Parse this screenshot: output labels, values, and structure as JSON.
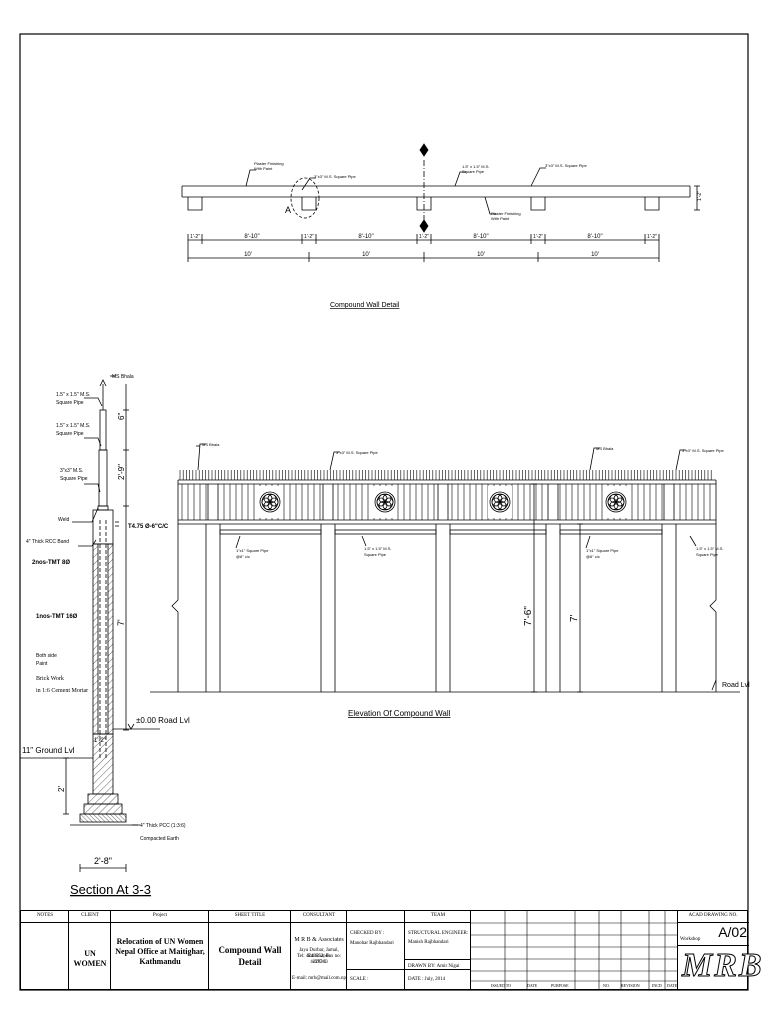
{
  "plan": {
    "title": "Compound Wall Detail",
    "callouts": {
      "plaster_top": [
        "Plaster Finishing",
        "With Paint"
      ],
      "pipe_3x3_a": "3\"x3\" M.S. Square Pipe",
      "pipe_15": [
        "1.5\" x 1.5\" M.S.",
        "Square Pipe"
      ],
      "pipe_3x3_b": "3\"x3\" M.S. Square Pipe",
      "plaster_bottom": [
        "Plaster Finishing",
        "With Paint"
      ],
      "section_mark": "A",
      "height": "1'-2\""
    },
    "dims_inner": [
      "1'-2\"",
      "8'-10\"",
      "1'-2\"",
      "8'-10\"",
      "1'-2\"",
      "8'-10\"",
      "1'-2\"",
      "8'-10\"",
      "1'-2\""
    ],
    "dims_outer": [
      "10'",
      "10'",
      "10'",
      "10'"
    ]
  },
  "section": {
    "title": "Section At 3-3",
    "labels": {
      "ms_bhala": "MS Bhala",
      "pipe_15_a": [
        "1.5\" x 1.5\" M.S.",
        "Square Pipe"
      ],
      "pipe_15_b": [
        "1.5\" x 1.5\" M.S.",
        "Square Pipe"
      ],
      "pipe_3x3": [
        "3\"x3\" M.S.",
        "Square Pipe"
      ],
      "weld": "Weld",
      "rcc_band": "4\" Thick RCC Band",
      "bar_top": "2nos-TMT 8Ø",
      "bar_mid": "1nos-TMT 16Ø",
      "paint": [
        "Both side",
        "Paint"
      ],
      "brick": [
        "Brick Work",
        "in 1:6 Cement Mortar"
      ],
      "stirrup": "T4.75 Ø-6\"C/C",
      "road_lvl": "±0.00 Road Lvl",
      "ground_lvl": "11\" Ground Lvl",
      "pcc": "4\" Thick PCC (1:3:6)",
      "earth": "Compacted Earth",
      "dim_width": "2'-8\"",
      "dim_6": "6\"",
      "dim_29": "2'-9\"",
      "dim_7": "7'",
      "dim_12": "1'-2\"",
      "dim_2": "2'"
    }
  },
  "elevation": {
    "title": "Elevation Of Compound Wall",
    "labels": {
      "ms_bhala_l": "MS Bhala",
      "pipe_3x3_l": "3\"x3\" M.S. Square Pipe",
      "ms_bhala_r": "MS Bhala",
      "pipe_3x3_r": "3\"x3\" M.S. Square Pipe",
      "pipe_1x1_a": [
        "1\"x1\" Square Pipe",
        "@6\" c/c"
      ],
      "pipe_15_a": [
        "1.5\" x 1.5\" M.S.",
        "Square Pipe"
      ],
      "pipe_1x1_b": [
        "1\"x1\" Square Pipe",
        "@6\" c/c"
      ],
      "pipe_15_b": [
        "1.5\" x 1.5\" M.S.",
        "Square Pipe"
      ],
      "dim_76": "7'-6\"",
      "dim_7": "7'",
      "road_lvl": "Road Lvl"
    }
  },
  "titleblock": {
    "notes_h": "NOTES",
    "client_h": "CLIENT",
    "project_h": "Project",
    "sheet_h": "SHEET TITLE",
    "consultant_h": "CONSULTANT",
    "team_h": "TEAM",
    "drawing_no_h": "ACAD DRAWING NO.",
    "client": "UN WOMEN",
    "project": [
      "Relocation of UN Women",
      "Nepal Office at Maitighar,",
      "Kathmandu"
    ],
    "sheet_title": [
      "Compound Wall",
      "Detail"
    ],
    "consultant_name": "M R B  & Associates",
    "consultant_addr": [
      "Jaya Durbar, Jamal, Kathmandu",
      "Tel: 4243552, Fax no: +977-1",
      "4228203",
      "E-mail: mrb@mail.com.np"
    ],
    "checked_by_h": "CHECKED BY :",
    "checked_by": "Manohar Rajbhandari",
    "structural_h": "STRUCTURAL ENGINEER:",
    "structural": "Manish Rajbhandari",
    "drawn_by": "DRAWN BY: Amir Nigai",
    "scale": "SCALE :",
    "date": "DATE : July, 2014",
    "workshop": "Workshop",
    "drawing_no": "A/02",
    "logo": "MRB",
    "rev_cols": [
      "ISSUED TO",
      "DATE",
      "PURPOSE",
      "NO.",
      "REVISION",
      "INCD",
      "DATE"
    ]
  }
}
